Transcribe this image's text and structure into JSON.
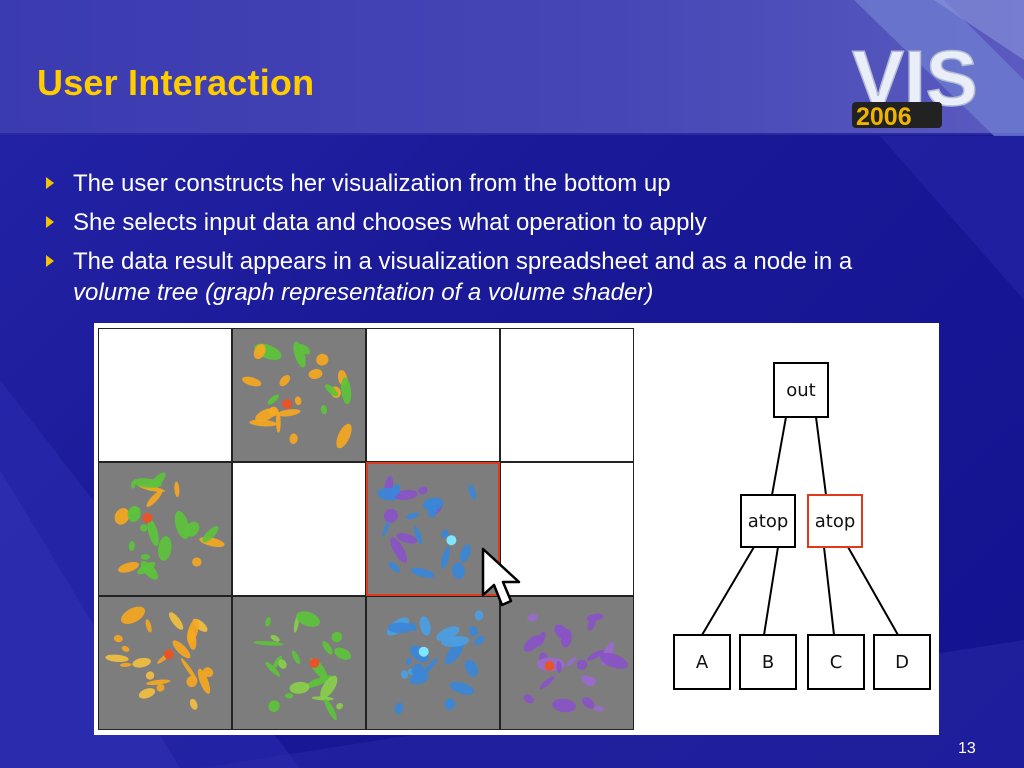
{
  "slide": {
    "title": "User Interaction",
    "page_number": "13",
    "logo": {
      "text_top": "VIS",
      "text_year": "2006"
    }
  },
  "bullets": [
    {
      "text": "The user constructs her visualization from the bottom up"
    },
    {
      "text": "She selects input data and chooses what operation to apply"
    },
    {
      "text": "The data result appears in a visualization spreadsheet and as a node in a",
      "italic": "volume tree (graph representation of a volume shader)"
    }
  ],
  "tree": {
    "root": "out",
    "operations": [
      "atop",
      "atop"
    ],
    "leaves": [
      "A",
      "B",
      "C",
      "D"
    ]
  },
  "colors": {
    "title": "#ffcc00",
    "bullet_arrow": "#f2c500",
    "selection": "#e03a1c",
    "volume_orange": "#f7a81e",
    "volume_green": "#5cc43a",
    "volume_blue": "#3a86d8",
    "volume_purple": "#8a52c8"
  },
  "icons": [
    "bullet-arrow-icon",
    "mouse-cursor-icon",
    "vis-2006-logo"
  ]
}
